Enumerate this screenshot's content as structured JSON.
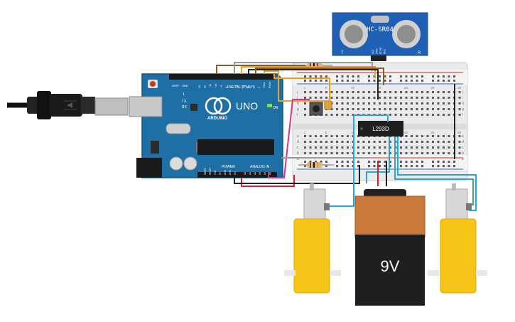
{
  "arduino": {
    "brand": "ARDUINO",
    "model": "UNO",
    "digital_label": "DIGITAL (PWM~)",
    "power_label": "POWER",
    "analog_label": "ANALOG IN",
    "on_label": "ON",
    "tx_label": "TX",
    "rx_label": "RX",
    "l_label": "L",
    "aref_label": "AREF",
    "gnd_label": "GND",
    "digital_pins": [
      "13",
      "12",
      "~11",
      "~10",
      "~9",
      "8",
      "7",
      "~6",
      "~5",
      "4",
      "~3",
      "2",
      "TX▸1",
      "RX◂0"
    ],
    "power_pins": [
      "IOREF",
      "RESET",
      "3.3V",
      "5V",
      "GND",
      "GND",
      "Vin"
    ],
    "analog_pins": [
      "A0",
      "A1",
      "A2",
      "A3",
      "A4",
      "A5"
    ],
    "accent_color": "#1d6fa5"
  },
  "sensor": {
    "model": "HC-SR04",
    "pins": [
      "VCC",
      "TRIG",
      "ECHO",
      "GND"
    ],
    "left_mark": "T",
    "right_mark": "R"
  },
  "driver_chip": {
    "label": "L293D"
  },
  "battery": {
    "label": "9V"
  },
  "breadboard": {
    "row_letters_top": [
      "j",
      "i",
      "h",
      "g",
      "f"
    ],
    "row_letters_bottom": [
      "e",
      "d",
      "c",
      "b",
      "a"
    ],
    "column_numbers": [
      "1",
      "5",
      "10",
      "15",
      "20",
      "25",
      "30"
    ]
  },
  "colors": {
    "board_blue": "#1d6fa5",
    "motor_yellow": "#f5c518",
    "battery_orange": "#c9793a",
    "wire_red": "#d2232a",
    "wire_blue": "#2aa6d6",
    "wire_magenta": "#d6338a",
    "wire_brown": "#8b5a2b",
    "wire_orange": "#f0a020",
    "wire_black": "#222222"
  }
}
